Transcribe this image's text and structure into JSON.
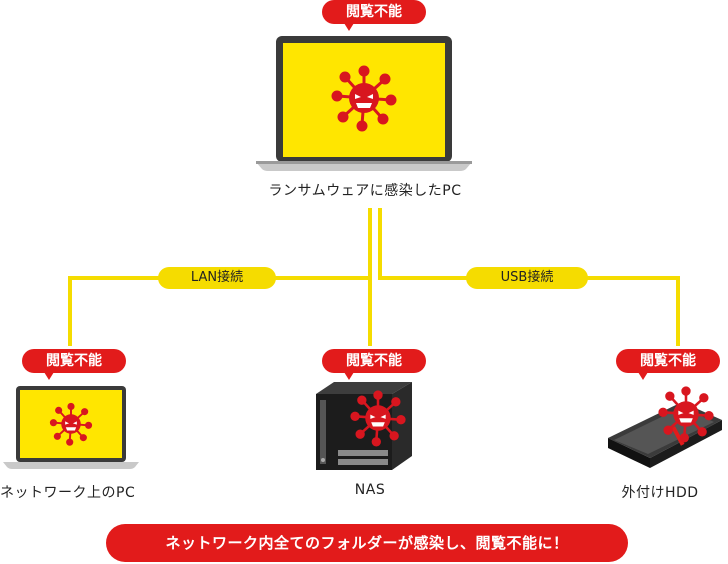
{
  "bubbles": {
    "top": "閲覧不能",
    "left": "閲覧不能",
    "center": "閲覧不能",
    "right": "閲覧不能"
  },
  "connections": {
    "lan": "LAN接続",
    "usb": "USB接続"
  },
  "captions": {
    "infected_pc": "ランサムウェアに感染したPC",
    "network_pc": "ネットワーク上のPC",
    "nas": "NAS",
    "external_hdd": "外付けHDD"
  },
  "banner": "ネットワーク内全てのフォルダーが感染し、閲覧不能に！",
  "colors": {
    "alert_red": "#e21b1b",
    "screen_yellow": "#ffe600",
    "line_yellow": "#f5dc00"
  },
  "icons": [
    "virus-icon",
    "laptop-icon",
    "nas-icon",
    "hdd-icon"
  ]
}
